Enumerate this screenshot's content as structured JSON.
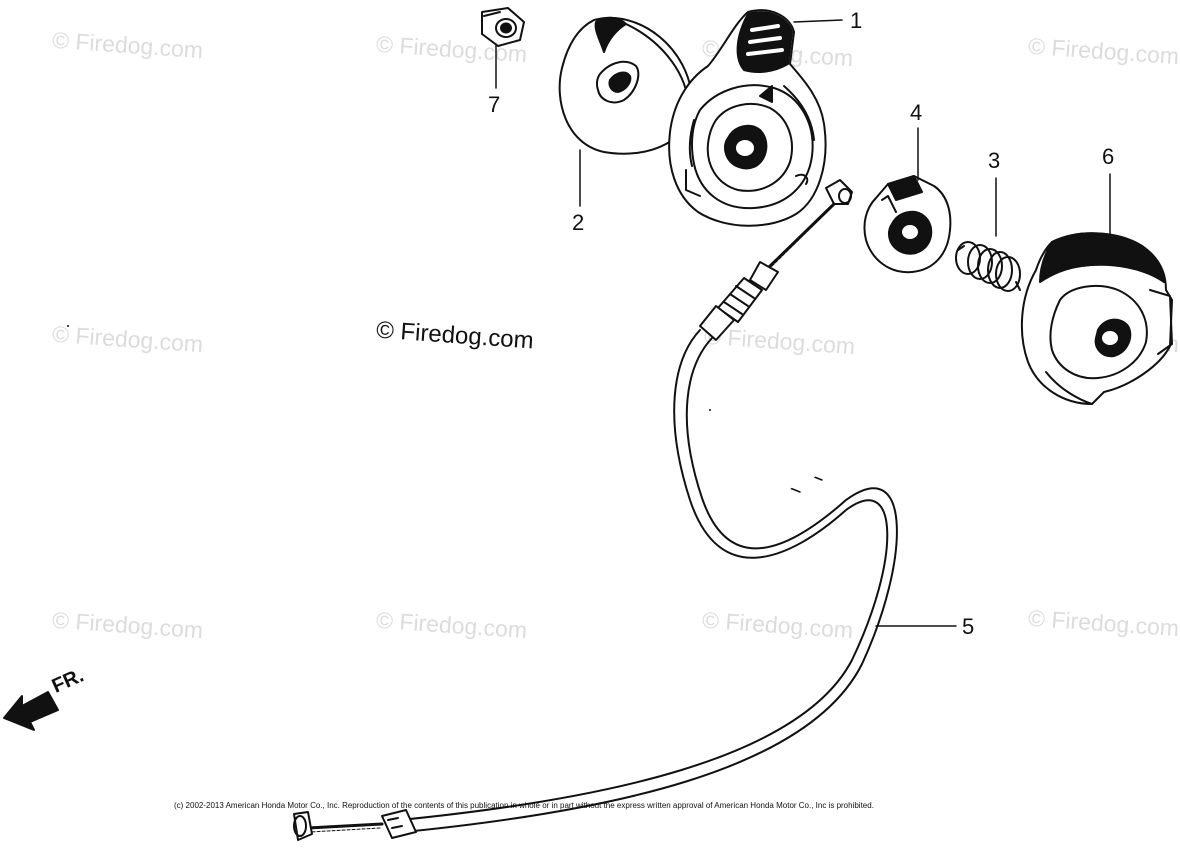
{
  "watermark": {
    "text": "© Firedog.com",
    "center_text": "© Firedog.com"
  },
  "callouts": [
    {
      "number": "1",
      "part": "throttle-housing"
    },
    {
      "number": "2",
      "part": "housing-cover"
    },
    {
      "number": "3",
      "part": "spring"
    },
    {
      "number": "4",
      "part": "throttle-arm"
    },
    {
      "number": "5",
      "part": "throttle-cable"
    },
    {
      "number": "6",
      "part": "lever-cover"
    },
    {
      "number": "7",
      "part": "nut"
    }
  ],
  "direction_indicator": {
    "label": "FR."
  },
  "copyright": "(c) 2002-2013 American Honda Motor Co., Inc. Reproduction of the contents of this publication in whole or in part without the express written approval of American Honda Motor Co., Inc is prohibited.",
  "colors": {
    "line": "#111111",
    "watermark": "#dcdcdc",
    "background": "#ffffff"
  }
}
